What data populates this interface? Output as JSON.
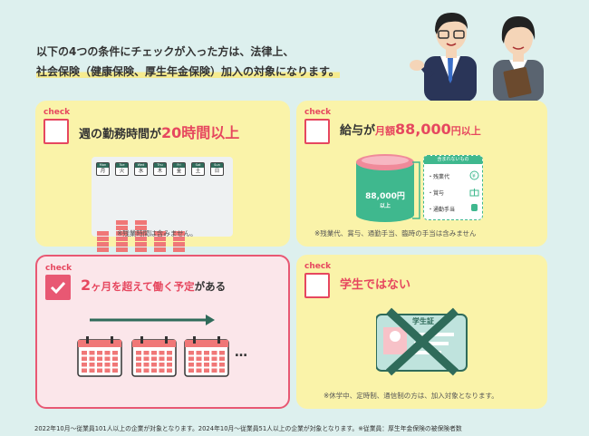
{
  "intro": {
    "line1": "以下の4つの条件にチェックが入った方は、法律上、",
    "line2": "社会保険（健康保険、厚生年金保険）加入の対象になります。"
  },
  "cards": {
    "hours": {
      "check": "check",
      "t1": "週の勤務時間が",
      "t2": "20時間以上",
      "t3": "",
      "note": "※残業時間は含みません。",
      "days": [
        {
          "en": "Mon",
          "jp": "月",
          "h": "4h",
          "v": 4
        },
        {
          "en": "Tue",
          "jp": "火",
          "h": "6h",
          "v": 6
        },
        {
          "en": "Wed",
          "jp": "水",
          "h": "6h",
          "v": 6
        },
        {
          "en": "Thu",
          "jp": "木",
          "h": "4h",
          "v": 4
        },
        {
          "en": "Fri",
          "jp": "金",
          "h": "4h",
          "v": 4
        },
        {
          "en": "Sat",
          "jp": "土",
          "h": "0h",
          "v": 0
        },
        {
          "en": "Sun",
          "jp": "日",
          "h": "0h",
          "v": 0
        }
      ]
    },
    "salary": {
      "check": "check",
      "t1": "給与が",
      "t2": "月額",
      "t3": "88,000",
      "t4": "円以上",
      "badge1": "88,000円",
      "badge2": "以上",
      "excl_title": "含まれないもの",
      "excl": [
        "・残業代",
        "・賞与",
        "・通勤手当"
      ],
      "note": "※残業代、賞与、通勤手当、臨時の手当は含みません"
    },
    "months": {
      "check": "check",
      "t1": "2",
      "t2": "ヶ月を超えて働く予定",
      "t3": "がある"
    },
    "student": {
      "check": "check",
      "t1": "学生ではない",
      "card_text": "学生証",
      "note": "※休学中、定時制、通信制の方は、加入対象となります。"
    }
  },
  "footer": "2022年10月～従業員101人以上の企業が対象となります。2024年10月～従業員51人以上の企業が対象となります。※従業員：厚生年金保険の被保険者数",
  "colors": {
    "accent": "#e6475f",
    "card": "#faf3a9",
    "bg": "#ddf0ee",
    "bar": "#f07777",
    "green": "#2f6b5a"
  },
  "icons": [
    "check-icon",
    "arrow-right-icon",
    "calendar-icon",
    "coin-stack-icon",
    "yen-icon",
    "gift-icon",
    "train-icon",
    "id-card-icon",
    "cross-icon",
    "person-icon"
  ]
}
